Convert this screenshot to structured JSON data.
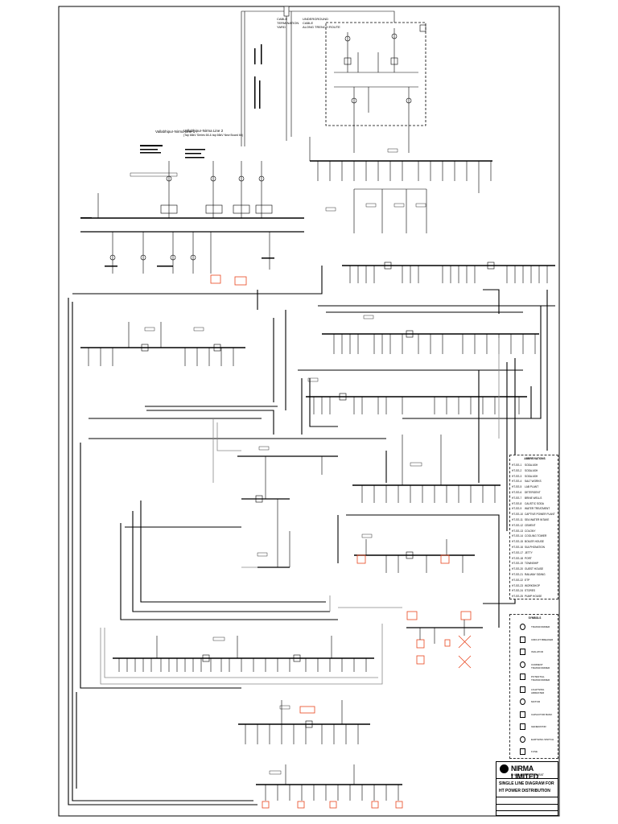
{
  "diagram": {
    "company": "NIRMA LIMITED",
    "company_sub": "BHAVNAGAR ; GUJARAT",
    "drawing_title_line1": "SINGLE LINE DIAGRAM FOR",
    "drawing_title_line2": "HT POWER DISTRIBUTION",
    "top_labels": {
      "cable_termination_yard": "CABLE\nTERMINATION\nYARD",
      "underground_cable": "UNDERGROUND\nCABLE\nALONG TRENCH ROUTE",
      "line1": "Vallabhipur-Nirma Line 1",
      "line2": "Vallabhipur-Nirma Line 2",
      "line2_sub": "(Tap 66kV Series 66 & tap 66kV New Board 66)"
    },
    "legend_header": "ABBREVIATIONS",
    "legend_items": [
      {
        "code": "HT-SS-1",
        "name": "SODA ASH"
      },
      {
        "code": "HT-SS-2",
        "name": "SODA ASH"
      },
      {
        "code": "HT-SS-3",
        "name": "SODA ASH"
      },
      {
        "code": "HT-SS-4",
        "name": "SALT WORKS"
      },
      {
        "code": "HT-SS-5",
        "name": "LAB PLANT"
      },
      {
        "code": "HT-SS-6",
        "name": "DETERGENT"
      },
      {
        "code": "HT-SS-7",
        "name": "BRINE WELLS"
      },
      {
        "code": "HT-SS-8",
        "name": "CAUSTIC SODA"
      },
      {
        "code": "HT-SS-9",
        "name": "WATER TREATMENT"
      },
      {
        "code": "HT-SS-10",
        "name": "CAPTIVE POWER PLANT"
      },
      {
        "code": "HT-SS-11",
        "name": "SEA WATER INTAKE"
      },
      {
        "code": "HT-SS-12",
        "name": "CEMENT"
      },
      {
        "code": "HT-SS-13",
        "name": "COLONY"
      },
      {
        "code": "HT-SS-14",
        "name": "COOLING TOWER"
      },
      {
        "code": "HT-SS-15",
        "name": "BOILER HOUSE"
      },
      {
        "code": "HT-SS-16",
        "name": "SULPHONATION"
      },
      {
        "code": "HT-SS-17",
        "name": "JETTY"
      },
      {
        "code": "HT-SS-18",
        "name": "PORT"
      },
      {
        "code": "HT-SS-19",
        "name": "TOWNSHIP"
      },
      {
        "code": "HT-SS-20",
        "name": "GUEST HOUSE"
      },
      {
        "code": "HT-SS-21",
        "name": "RAILWAY SIDING"
      },
      {
        "code": "HT-SS-22",
        "name": "ETP"
      },
      {
        "code": "HT-SS-23",
        "name": "WORKSHOP"
      },
      {
        "code": "HT-SS-24",
        "name": "STORES"
      },
      {
        "code": "HT-SS-25",
        "name": "PUMP HOUSE"
      }
    ],
    "symbols_header": "SYMBOLS",
    "symbols": [
      {
        "name": "TRANSFORMER"
      },
      {
        "name": "CIRCUIT BREAKER"
      },
      {
        "name": "ISOLATOR"
      },
      {
        "name": "CURRENT TRANSFORMER"
      },
      {
        "name": "POTENTIAL TRANSFORMER"
      },
      {
        "name": "LIGHTNING ARRESTER"
      },
      {
        "name": "MOTOR"
      },
      {
        "name": "CAPACITOR BANK"
      },
      {
        "name": "GENERATOR"
      },
      {
        "name": "EARTHING SWITCH"
      },
      {
        "name": "FUSE"
      }
    ]
  }
}
